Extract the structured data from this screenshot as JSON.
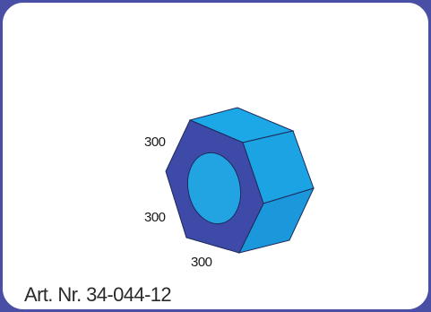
{
  "product": {
    "article_number": "Art. Nr. 34-044-12"
  },
  "dimensions": {
    "label_top": "300",
    "label_left": "300",
    "label_bottom": "300"
  },
  "colors": {
    "frame": "#4a4fa6",
    "front_face": "#3e4aa8",
    "side_face_light": "#1ca7e6",
    "side_face_mid": "#1b98dc",
    "hole": "#23a4e2",
    "outline": "#1d2a5a"
  },
  "icon": "hexagonal-block-with-hole"
}
